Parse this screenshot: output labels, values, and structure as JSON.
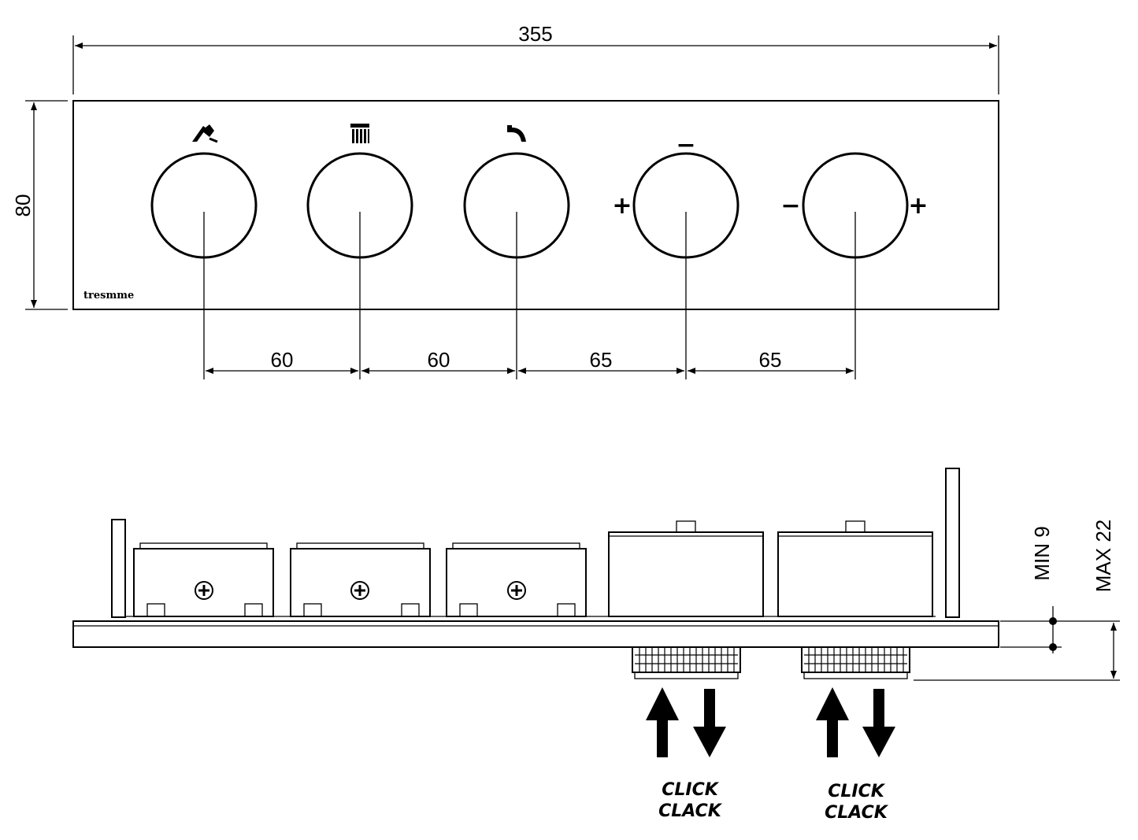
{
  "front_view": {
    "overall_width": "355",
    "overall_height": "80",
    "spacing": [
      "60",
      "60",
      "65",
      "65"
    ],
    "brand": "tresmme",
    "symbols": {
      "minus": "−",
      "plus": "+"
    },
    "knob_icons": [
      "hand-shower-icon",
      "overhead-shower-icon",
      "spout-icon",
      "flow-control-icon",
      "temperature-control-icon"
    ]
  },
  "side_view": {
    "min_label": "MIN  9",
    "max_label": "MAX  22",
    "click_label_1": "CLICK",
    "clack_label_1": "CLACK",
    "click_label_2": "CLICK",
    "clack_label_2": "CLACK"
  }
}
